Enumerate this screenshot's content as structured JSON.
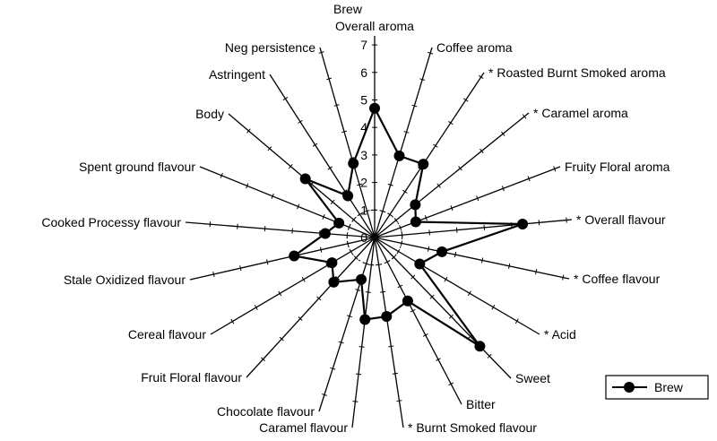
{
  "chart_data": {
    "type": "radar",
    "title": "Brew",
    "axes": [
      "Overall aroma",
      "Coffee aroma",
      "* Roasted Burnt Smoked aroma",
      "* Caramel aroma",
      "Fruity Floral aroma",
      "* Overall flavour",
      "* Coffee flavour",
      "* Acid",
      "Sweet",
      "Bitter",
      "* Burnt Smoked flavour",
      "Caramel flavour",
      "Chocolate flavour",
      "Fruit Floral flavour",
      "Cereal flavour",
      "Stale Oxidized flavour",
      "Cooked Processy flavour",
      "Spent ground flavour",
      "Body",
      "Astringent",
      "Neg persistence"
    ],
    "rlim": [
      0,
      7
    ],
    "ticks": [
      "0",
      "1",
      "2",
      "3",
      "4",
      "5",
      "6",
      "7"
    ],
    "series": [
      {
        "name": "Brew",
        "values": [
          4.7,
          3.1,
          3.2,
          1.9,
          1.6,
          5.4,
          2.5,
          1.9,
          5.5,
          2.6,
          2.9,
          3.0,
          1.6,
          2.2,
          1.8,
          3.0,
          1.8,
          1.4,
          3.3,
          1.8,
          2.8
        ]
      }
    ],
    "legend": {
      "position": "bottom-right",
      "entries": [
        "Brew"
      ]
    }
  }
}
